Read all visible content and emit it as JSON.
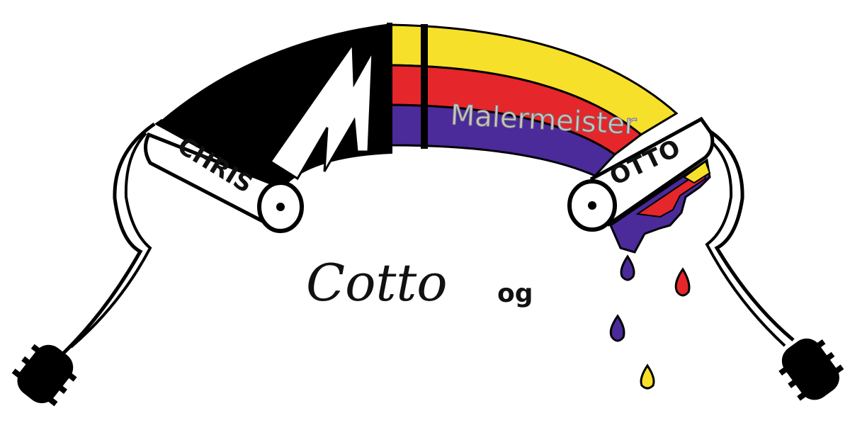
{
  "logo": {
    "left_roller_text": "CHRIS",
    "right_roller_text": "OTTO",
    "arc_text": "Malermeister",
    "bottom_name": "Cotto",
    "bottom_connector": "og",
    "lightning_letter": "M"
  },
  "colors": {
    "black": "#000000",
    "yellow": "#f7e02a",
    "red": "#e5262b",
    "purple": "#4b2a9a",
    "arc_text": "#c8c8c8",
    "background": "#ffffff"
  },
  "icons": {
    "left_roller": "paint-roller-icon",
    "right_roller": "paint-roller-icon",
    "drops": "paint-drop-icon"
  }
}
